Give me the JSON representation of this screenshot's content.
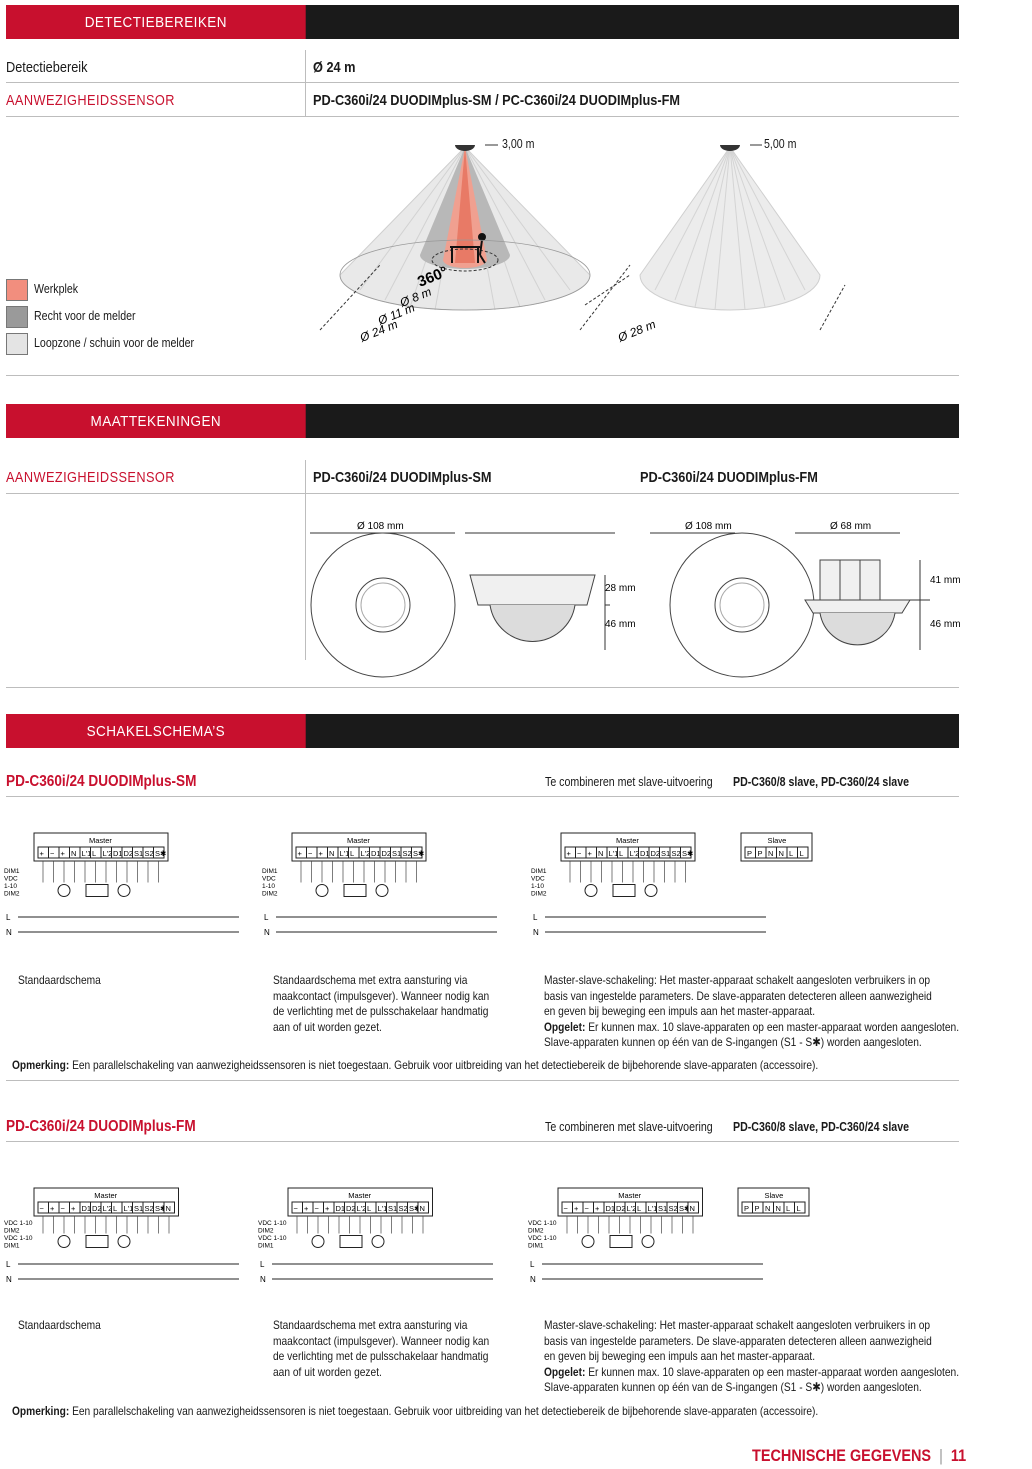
{
  "detection": {
    "header": "DETECTIEBEREIKEN",
    "range_label": "Detectiebereik",
    "range_value": "Ø 24 m",
    "sensor_label": "AANWEZIGHEIDSSENSOR",
    "product": "PD-C360i/24 DUODIMplus-SM / PC-C360i/24 DUODIMplus-FM",
    "height1": "3,00 m",
    "height2": "5,00 m",
    "angle": "360°",
    "d8": "Ø 8 m",
    "d11": "Ø 11 m",
    "d24": "Ø 24 m",
    "d28": "Ø 28 m",
    "legend": [
      {
        "label": "Werkplek",
        "color": "#f28e7e"
      },
      {
        "label": "Recht voor de melder",
        "color": "#9a9a9a"
      },
      {
        "label": "Loopzone / schuin voor de melder",
        "color": "#e4e4e4"
      }
    ]
  },
  "dimensions": {
    "header": "MAATTEKENINGEN",
    "sensor_label": "AANWEZIGHEIDSSENSOR",
    "product_sm": "PD-C360i/24 DUODIMplus-SM",
    "product_fm": "PD-C360i/24 DUODIMplus-FM",
    "d108a": "Ø 108 mm",
    "d108b": "Ø 108 mm",
    "d68": "Ø 68 mm",
    "h28": "28 mm",
    "h46a": "46 mm",
    "h41": "41 mm",
    "h46b": "46 mm"
  },
  "schemes": {
    "header": "SCHAKELSCHEMA’S",
    "combine_label": "Te combineren met slave-uitvoering",
    "slave_models": "PD-C360/8 slave, PD-C360/24 slave",
    "sm": {
      "title": "PD-C360i/24 DUODIMplus-SM",
      "desc1": "Standaardschema",
      "desc2": [
        "Standaardschema met extra aansturing via",
        "maakcontact (impulsgever). Wanneer nodig kan",
        "de verlichting met de pulsschakelaar handmatig",
        "aan of uit worden gezet."
      ],
      "desc3": [
        "Master-slave-schakeling: Het master-apparaat schakelt aangesloten verbruikers in op",
        "basis van ingestelde parameters. De slave-apparaten detecteren alleen aanwezigheid",
        "en geven bij beweging een impuls aan het master-apparaat."
      ],
      "warn_label": "Opgelet:",
      "warn_text": " Er kunnen max. 10 slave-apparaten op een master-apparaat worden aangesloten.",
      "warn_text2": "Slave-apparaten kunnen op één van de S-ingangen (S1 - S✱) worden aangesloten.",
      "note_label": "Opmerking:",
      "note_text": " Een parallelschakeling van aanwezigheidssensoren is niet toegestaan. Gebruik voor uitbreiding van het detectiebereik de bijbehorende slave-apparaten (accessoire)."
    },
    "fm": {
      "title": "PD-C360i/24 DUODIMplus-FM",
      "desc1": "Standaardschema",
      "desc2": [
        "Standaardschema met extra aansturing via",
        "maakcontact (impulsgever). Wanneer nodig kan",
        "de verlichting met de pulsschakelaar handmatig",
        "aan of uit worden gezet."
      ],
      "desc3": [
        "Master-slave-schakeling: Het master-apparaat schakelt aangesloten verbruikers in op",
        "basis van ingestelde parameters. De slave-apparaten detecteren alleen aanwezigheid",
        "en geven bij beweging een impuls aan het master-apparaat."
      ],
      "warn_label": "Opgelet:",
      "warn_text": " Er kunnen max. 10 slave-apparaten op een master-apparaat worden aangesloten.",
      "warn_text2": "Slave-apparaten kunnen op één van de S-ingangen (S1 - S✱) worden aangesloten.",
      "note_label": "Opmerking:",
      "note_text": " Een parallelschakeling van aanwezigheidssensoren is niet toegestaan. Gebruik voor uitbreiding van het detectiebereik de bijbehorende slave-apparaten (accessoire)."
    },
    "wiring": {
      "master": "Master",
      "slave": "Slave",
      "sm_terminals": [
        "+",
        "−",
        "+",
        "N",
        "L'1",
        "L",
        "L'2",
        "D1",
        "D2",
        "S1",
        "S2",
        "S✱"
      ],
      "fm_terminals": [
        "−",
        "+",
        "−",
        "+",
        "D1",
        "D2",
        "L'2",
        "L",
        "L'1",
        "S1",
        "S2",
        "S✱",
        "N"
      ],
      "slave_terminals": [
        "P",
        "P",
        "N",
        "N",
        "L",
        "L"
      ],
      "sm_left": [
        "DIM1",
        "VDC",
        "1-10",
        "DIM2"
      ],
      "fm_left": [
        "VDC 1-10",
        "DIM2",
        "VDC 1-10",
        "DIM1"
      ],
      "L": "L",
      "N": "N"
    }
  },
  "footer": {
    "title": "TECHNISCHE GEGEVENS",
    "page": "11"
  }
}
